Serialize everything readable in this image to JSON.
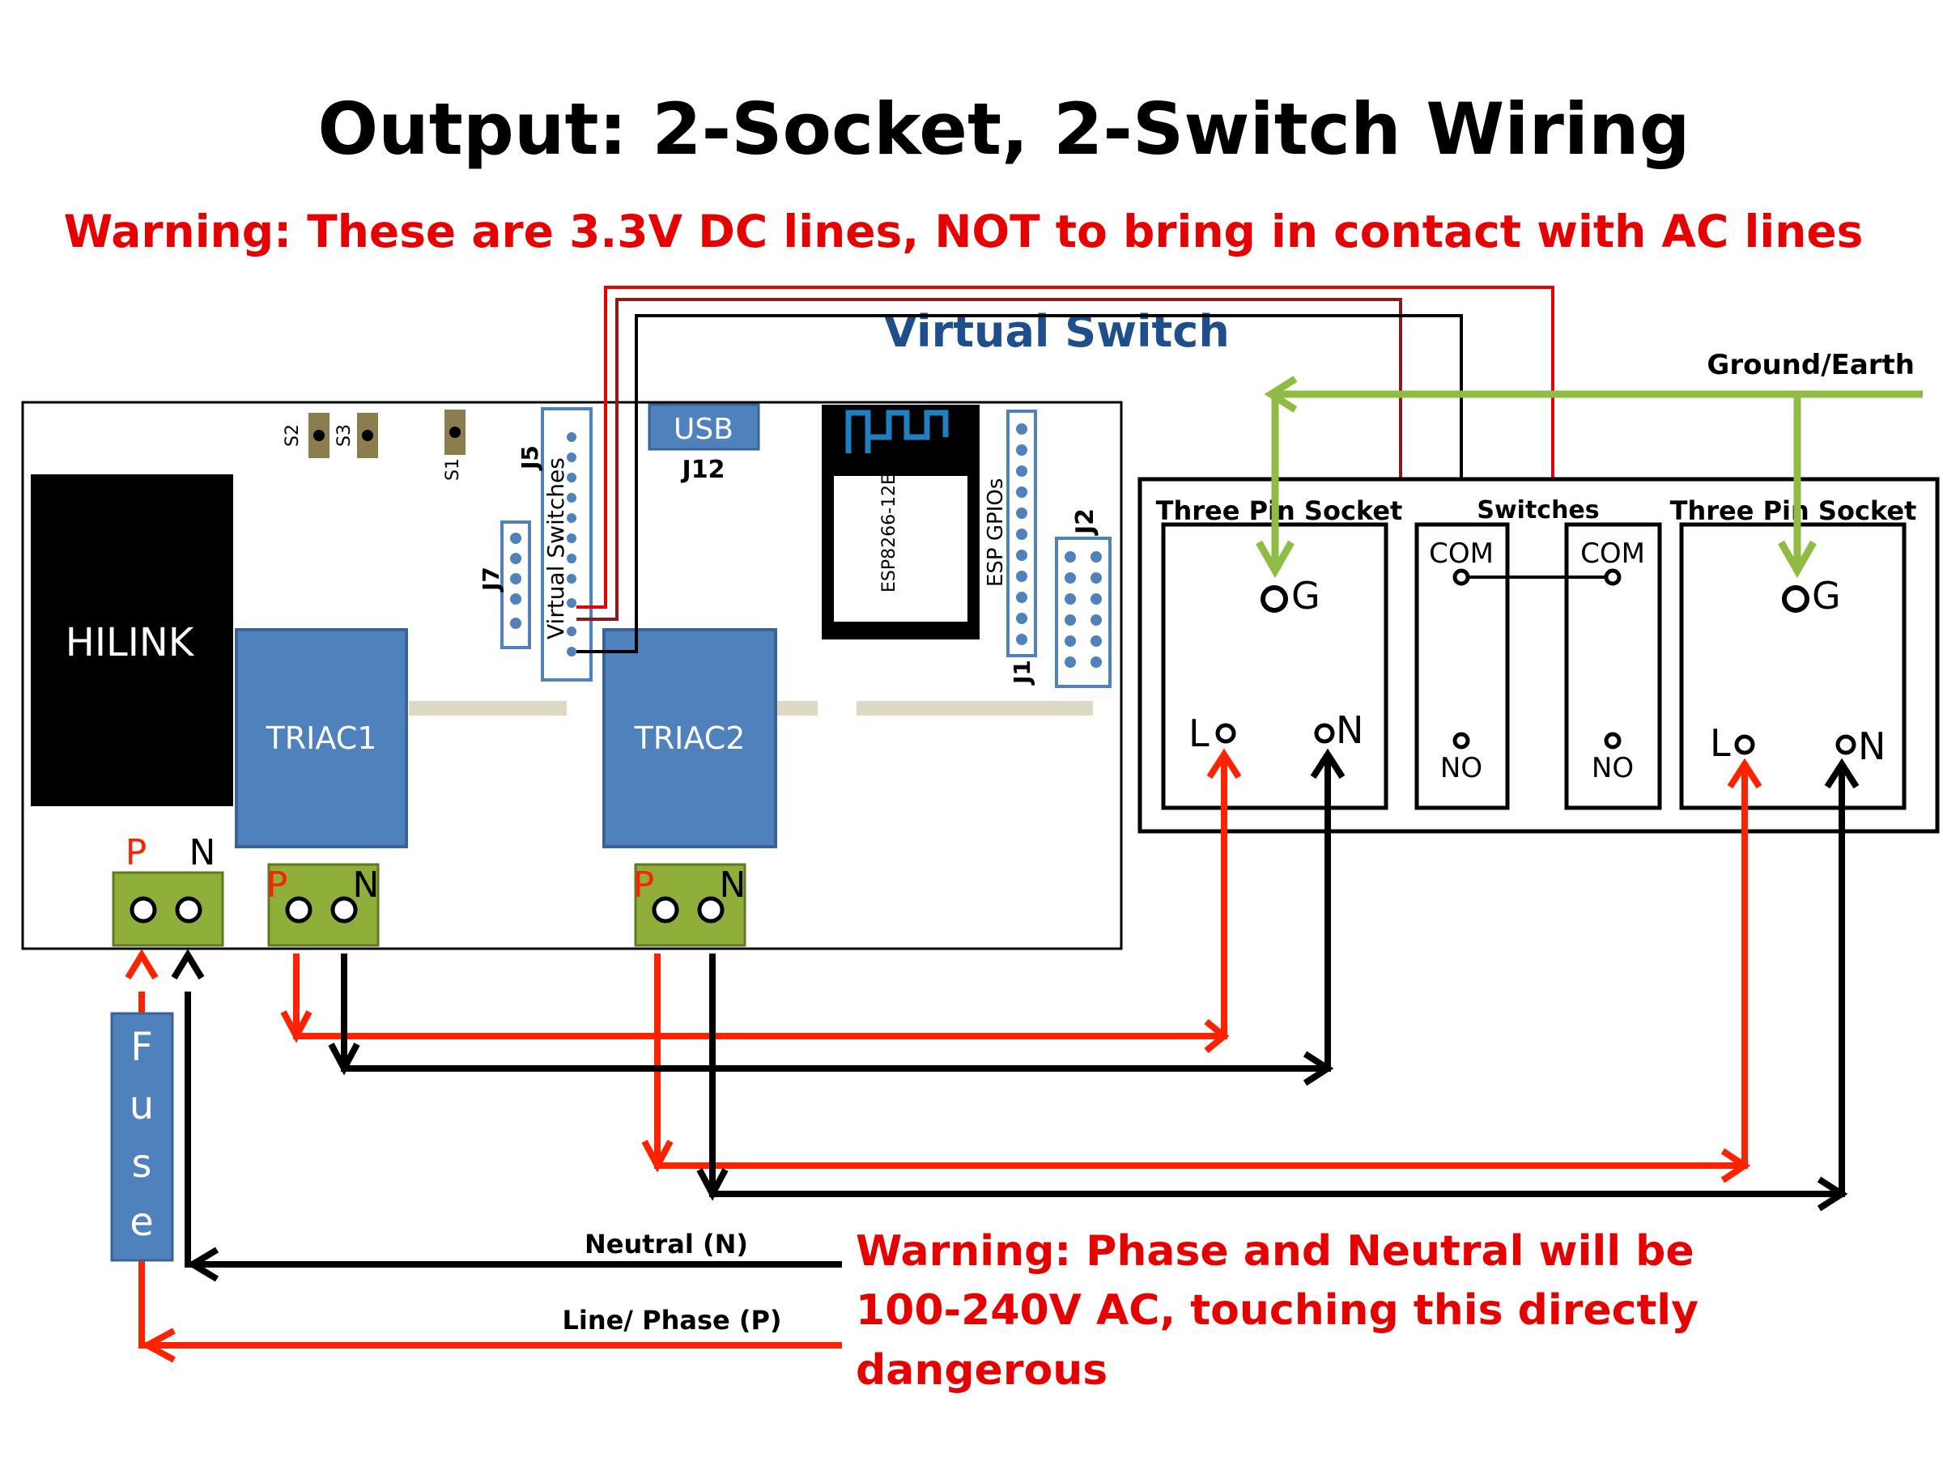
{
  "title": "Output: 2-Socket, 2-Switch Wiring",
  "warning_dc": "Warning: These are 3.3V DC lines, NOT to bring in contact with AC lines",
  "virtual_switch_label": "Virtual Switch",
  "ground_label": "Ground/Earth",
  "board": {
    "hilink": "HILINK",
    "triac1": "TRIAC1",
    "triac2": "TRIAC2",
    "usb": "USB",
    "j12": "J12",
    "esp_module": "ESP8266-12E",
    "esp_gpios": "ESP GPIOs",
    "j1": "J1",
    "j2": "J2",
    "j5": "J5",
    "j7": "J7",
    "virtual_switches": "Virtual Switches",
    "s1": "S1",
    "s2": "S2",
    "s3": "S3",
    "p": "P",
    "n": "N"
  },
  "socket_panel": {
    "socket1_label": "Three Pin Socket",
    "socket2_label": "Three Pin Socket",
    "switches_label": "Switches",
    "g": "G",
    "l": "L",
    "n": "N",
    "com": "COM",
    "no": "NO"
  },
  "fuse": [
    "F",
    "u",
    "s",
    "e"
  ],
  "neutral_label": "Neutral (N)",
  "phase_label": "Line/ Phase (P)",
  "warning_ac": [
    "Warning: Phase and Neutral will be",
    "100-240V AC, touching this directly",
    "dangerous"
  ],
  "colors": {
    "phase": "#ff2200",
    "neutral": "#000000",
    "ground": "#8fbc45",
    "dc_line": "#e60000",
    "triac": "#4f81bd",
    "terminal": "#8fae3a",
    "warning_text": "#e60000",
    "virtual_switch_text": "#1f4e8c"
  }
}
